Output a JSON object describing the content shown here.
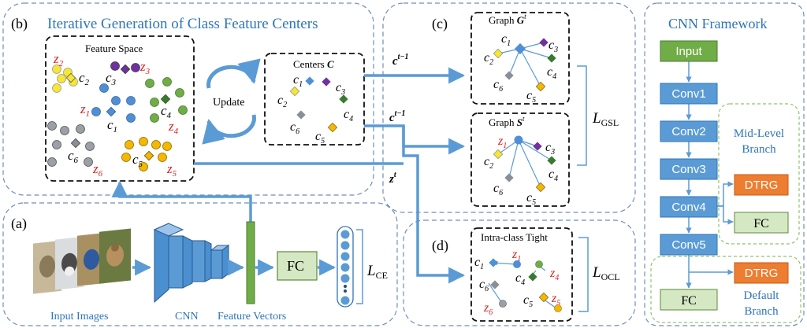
{
  "colors": {
    "blue_line": "#5b9bd5",
    "dash_box": "#6e8fb8",
    "green_box": "#70ad47",
    "conv_box": "#5b9bd5",
    "orange_box": "#ed7d31",
    "fc_green": "#d5e8c4",
    "red_text": "#e02020",
    "title_blue": "#2e75b6"
  },
  "panel_b": {
    "tag": "(b)",
    "title": "Iterative Generation of Class Feature Centers",
    "feature_space": "Feature Space",
    "update": "Update",
    "centers": "Centers ",
    "centers_sym": "C",
    "z_labels": [
      "z",
      "z",
      "z",
      "z",
      "z",
      "z"
    ],
    "z_subs": [
      "2",
      "3",
      "1",
      "4",
      "6",
      "5"
    ],
    "c_labels": [
      "c",
      "c",
      "c",
      "c",
      "c",
      "c"
    ],
    "c_subs": [
      "2",
      "3",
      "1",
      "4",
      "6",
      "5"
    ],
    "center_c_subs": [
      "1",
      "2",
      "3",
      "4",
      "6",
      "5"
    ]
  },
  "arrows": {
    "c_t1": "c",
    "c_t1_sup": "t−1",
    "z_t": "z",
    "z_t_sup": "t"
  },
  "panel_c": {
    "tag": "(c)",
    "graph_g": "Graph ",
    "graph_g_sym": "G",
    "graph_g_sup": "t",
    "graph_s": "Graph ",
    "graph_s_sym": "S",
    "graph_s_sup": "t",
    "g_c_subs": [
      "1",
      "3",
      "2",
      "4",
      "6",
      "5"
    ],
    "s_z_label": "z",
    "s_z_sub": "1",
    "s_c_subs": [
      "3",
      "2",
      "4",
      "6",
      "5"
    ],
    "loss": "L",
    "loss_sub": "GSL"
  },
  "panel_a": {
    "tag": "(a)",
    "input_images": "Input Images",
    "cnn": "CNN",
    "feature_vectors": "Feature Vectors",
    "fc": "FC",
    "loss": "L",
    "loss_sub": "CE"
  },
  "panel_d": {
    "tag": "(d)",
    "title": "Intra-class Tight",
    "c_subs": [
      "1",
      "6",
      "4",
      "5"
    ],
    "z_subs": [
      "1",
      "4",
      "6",
      "5"
    ],
    "loss": "L",
    "loss_sub": "OCL"
  },
  "cnn_framework": {
    "title": "CNN Framework",
    "input": "Input",
    "convs": [
      "Conv1",
      "Conv2",
      "Conv3",
      "Conv4",
      "Conv5"
    ],
    "mid_level": "Mid-Level",
    "mid_branch": "Branch",
    "dtrg": "DTRG",
    "fc": "FC",
    "default": "Default",
    "default_branch": "Branch"
  }
}
